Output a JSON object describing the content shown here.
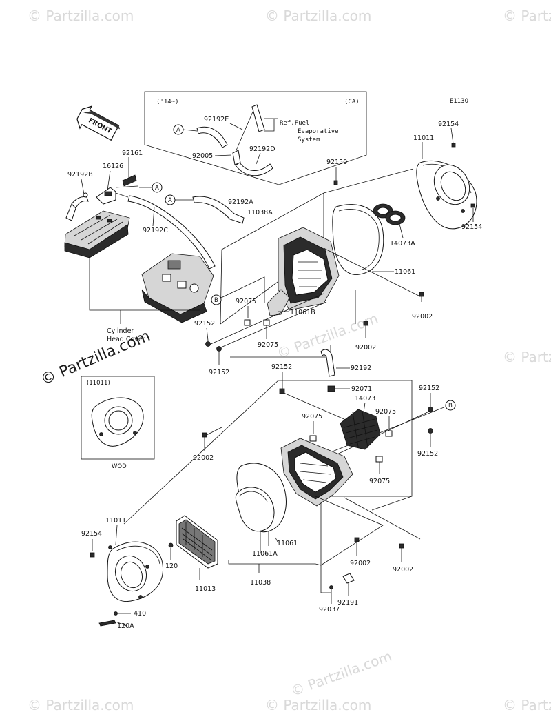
{
  "diagram_code": "E1130",
  "watermark": {
    "small": "© Partzilla.com",
    "main": "© Partzilla.com"
  },
  "inset_top": {
    "year_label": "('14~)",
    "region_label": "(CA)",
    "ref_label_line1": "Ref.Fuel",
    "ref_label_line2": "Evaporative",
    "ref_label_line3": "System"
  },
  "inset_wod": {
    "part_label": "(11011)",
    "caption": "WOD"
  },
  "circle_refs": {
    "a": "A",
    "b": "B"
  },
  "front_arrow": "FRONT",
  "cylinder_head_cover_line1": "Cylinder",
  "cylinder_head_cover_line2": "Head Cover",
  "part_numbers": {
    "p92192e": "92192E",
    "p92005": "92005",
    "p92192d": "92192D",
    "p92161": "92161",
    "p16126": "16126",
    "p92192b": "92192B",
    "p92192a": "92192A",
    "p92192c": "92192C",
    "p11038a": "11038A",
    "p92150": "92150",
    "p11011_top": "11011",
    "p92154_top": "92154",
    "p92154_right": "92154",
    "p14073a": "14073A",
    "p11061_top": "11061",
    "p92075_a": "92075",
    "p11061b": "11061B",
    "p92002_r1": "92002",
    "p92002_r2": "92002",
    "p92152_left": "92152",
    "p92075_b": "92075",
    "p92152_left2": "92152",
    "p92192": "92192",
    "p92152_mid": "92152",
    "p92071": "92071",
    "p14073": "14073",
    "p92152_right": "92152",
    "p92075_c": "92075",
    "p92075_d": "92075",
    "p92002_left": "92002",
    "p92152_right2": "92152",
    "p92075_e": "92075",
    "p11011_bot": "11011",
    "p92154_bot": "92154",
    "p120": "120",
    "p11061_bot": "11061",
    "p11061a": "11061A",
    "p92002_b1": "92002",
    "p92002_b2": "92002",
    "p11013": "11013",
    "p11038": "11038",
    "p92191": "92191",
    "p92037": "92037",
    "p410": "410",
    "p120a": "120A"
  }
}
